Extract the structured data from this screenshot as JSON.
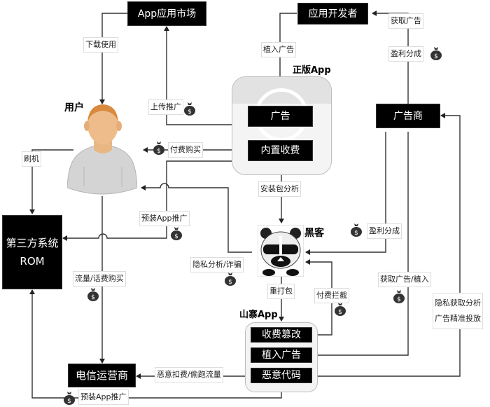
{
  "nodes": {
    "app_market": "App应用市场",
    "developer": "应用开发者",
    "advertiser": "广告商",
    "rom": [
      "第三方系统",
      "ROM"
    ],
    "telecom": "电信运营商",
    "genuine_ad": "广告",
    "genuine_iap": "内置收费",
    "fake_fee": "收费篡改",
    "fake_ad": "植入广告",
    "fake_malware": "恶意代码"
  },
  "titles": {
    "user": "用户",
    "genuine_app": "正版App",
    "hacker": "黑客",
    "fake_app": "山寨App"
  },
  "edge_labels": {
    "download": "下载使用",
    "upload_promo": "上传推广",
    "embed_ad": "植入广告",
    "get_ad": "获取广告",
    "profit_share_top": "盈利分成",
    "paid_purchase": "付费购买",
    "flash_rom": "刷机",
    "preinstall_promo_mid": "预装App推广",
    "apk_analysis": "安装包分析",
    "profit_share_mid": "盈利分成",
    "privacy_fraud": "隐私分析/诈骗",
    "repackage": "重打包",
    "fee_intercept": "付费拦截",
    "get_ad_embed": "获取广告/植入",
    "privacy_targeting": [
      "隐私获取分析",
      "广告精准投放"
    ],
    "data_purchase": "流量/话费购买",
    "malicious_charge": "恶意扣费/偷跑流量",
    "preinstall_promo_bottom": "预装App推广"
  },
  "icons": {
    "money_bag": "money-bag-icon",
    "user_avatar": "user-avatar-icon",
    "hacker_panda": "panda-hacker-icon"
  },
  "colors": {
    "node_bg": "#000000",
    "node_text": "#ffffff",
    "line": "#333333",
    "app_box": "#f4f4f4"
  }
}
